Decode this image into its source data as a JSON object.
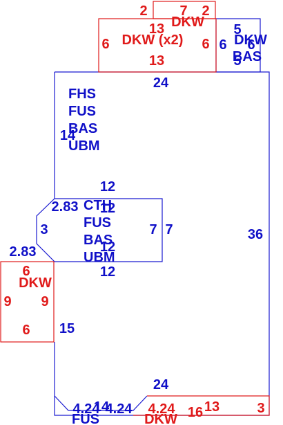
{
  "colors": {
    "blue": "#1010c8",
    "red": "#e01a1a"
  },
  "areas": {
    "main": {
      "codes": [
        "FHS",
        "FUS",
        "BAS",
        "UBM"
      ],
      "dims": {
        "top": "24",
        "left": "14",
        "right": "36",
        "bottom": "24"
      }
    },
    "mid": {
      "codes": [
        "CTH",
        "FUS",
        "BAS",
        "UBM"
      ],
      "dims": {
        "top": "12",
        "top_inner": "12",
        "left_diag": "2.83",
        "left": "3",
        "right": "7",
        "right_outer": "7",
        "bottom_inner": "12",
        "bottom": "12"
      }
    },
    "top_deck": {
      "label": "DKW (x2)",
      "dims": {
        "left": "6",
        "right": "6",
        "bottom": "13",
        "top_inner": "13"
      }
    },
    "top_small_deck": {
      "label": "DKW",
      "dims": {
        "left": "2",
        "top": "7",
        "right": "2"
      }
    },
    "top_right": {
      "codes": [
        "DKW",
        "BAS"
      ],
      "dims": {
        "top": "5",
        "left": "6",
        "right": "6",
        "bottom": "5"
      }
    },
    "left_deck": {
      "label": "DKW",
      "dims": {
        "top": "6",
        "left": "9",
        "right": "9",
        "bottom": "6"
      },
      "diag": "2.83",
      "side": "15"
    },
    "bottom": {
      "blue_labels": [
        "4.24",
        "4.24",
        "14",
        "FUS"
      ],
      "red_labels": [
        "DKW",
        "4.24",
        "16",
        "13",
        "3"
      ]
    }
  }
}
